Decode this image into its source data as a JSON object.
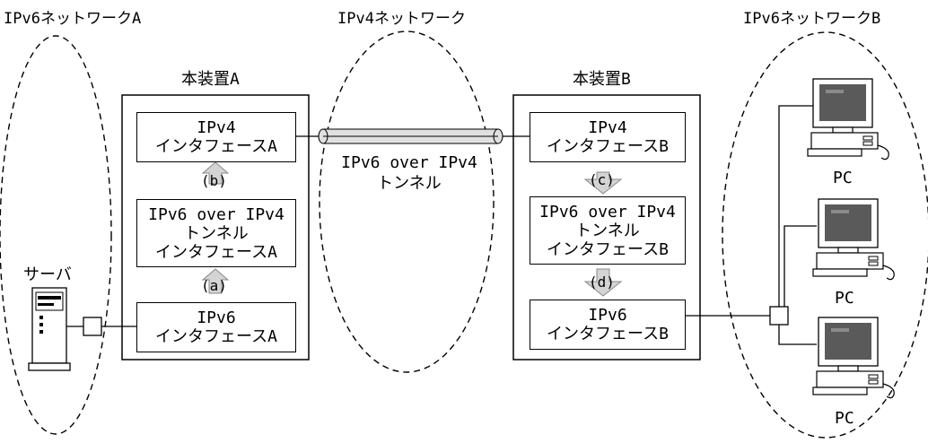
{
  "networks": {
    "ipv6_a": "IPv6ネットワークA",
    "ipv4": "IPv4ネットワーク",
    "ipv6_b": "IPv6ネットワークB"
  },
  "device_a": {
    "title": "本装置A",
    "ipv4_if": [
      "IPv4",
      "インタフェースA"
    ],
    "tunnel_if": [
      "IPv6 over IPv4",
      "トンネル",
      "インタフェースA"
    ],
    "ipv6_if": [
      "IPv6",
      "インタフェースA"
    ]
  },
  "device_b": {
    "title": "本装置B",
    "ipv4_if": [
      "IPv4",
      "インタフェースB"
    ],
    "tunnel_if": [
      "IPv6 over IPv4",
      "トンネル",
      "インタフェースB"
    ],
    "ipv6_if": [
      "IPv6",
      "インタフェースB"
    ]
  },
  "tunnel_label": [
    "IPv6 over IPv4",
    "トンネル"
  ],
  "steps": {
    "a": "(a)",
    "b": "(b)",
    "c": "(c)",
    "d": "(d)"
  },
  "server_label": "サーバ",
  "pc_labels": [
    "PC",
    "PC",
    "PC"
  ],
  "colors": {
    "arrow_fill": "#d4d4d4",
    "tunnel_fill": "#e0e0e0",
    "monitor_screen": "#5a5a5a"
  }
}
